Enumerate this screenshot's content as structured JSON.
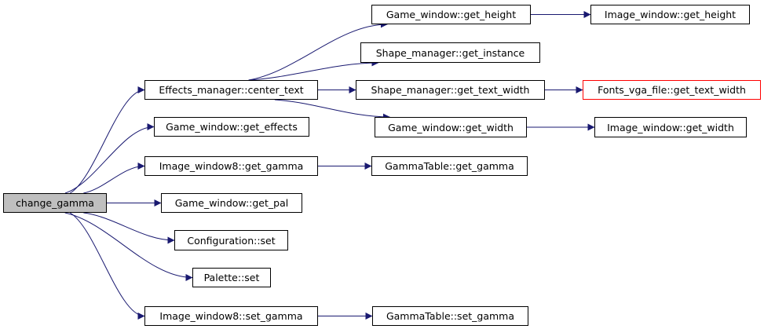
{
  "graph": {
    "edge_color": "#191970",
    "root_fill": "#bfbfbf",
    "highlight_border": "#ff0000",
    "nodes": {
      "change_gamma": "change_gamma",
      "effects_center_text": "Effects_manager::center_text",
      "game_window_get_effects": "Game_window::get_effects",
      "image_window8_get_gamma": "Image_window8::get_gamma",
      "game_window_get_pal": "Game_window::get_pal",
      "configuration_set": "Configuration::set",
      "palette_set": "Palette::set",
      "image_window8_set_gamma": "Image_window8::set_gamma",
      "game_window_get_height": "Game_window::get_height",
      "shape_manager_get_instance": "Shape_manager::get_instance",
      "shape_manager_get_text_width": "Shape_manager::get_text_width",
      "game_window_get_width": "Game_window::get_width",
      "gammatable_get_gamma": "GammaTable::get_gamma",
      "gammatable_set_gamma": "GammaTable::set_gamma",
      "image_window_get_height": "Image_window::get_height",
      "fonts_vga_file_get_text_width": "Fonts_vga_file::get_text_width",
      "image_window_get_width": "Image_window::get_width"
    },
    "edges": [
      [
        "change_gamma",
        "effects_center_text"
      ],
      [
        "change_gamma",
        "game_window_get_effects"
      ],
      [
        "change_gamma",
        "image_window8_get_gamma"
      ],
      [
        "change_gamma",
        "game_window_get_pal"
      ],
      [
        "change_gamma",
        "configuration_set"
      ],
      [
        "change_gamma",
        "palette_set"
      ],
      [
        "change_gamma",
        "image_window8_set_gamma"
      ],
      [
        "effects_center_text",
        "game_window_get_height"
      ],
      [
        "effects_center_text",
        "shape_manager_get_instance"
      ],
      [
        "effects_center_text",
        "shape_manager_get_text_width"
      ],
      [
        "effects_center_text",
        "game_window_get_width"
      ],
      [
        "game_window_get_height",
        "image_window_get_height"
      ],
      [
        "shape_manager_get_text_width",
        "fonts_vga_file_get_text_width"
      ],
      [
        "game_window_get_width",
        "image_window_get_width"
      ],
      [
        "image_window8_get_gamma",
        "gammatable_get_gamma"
      ],
      [
        "image_window8_set_gamma",
        "gammatable_set_gamma"
      ]
    ]
  }
}
